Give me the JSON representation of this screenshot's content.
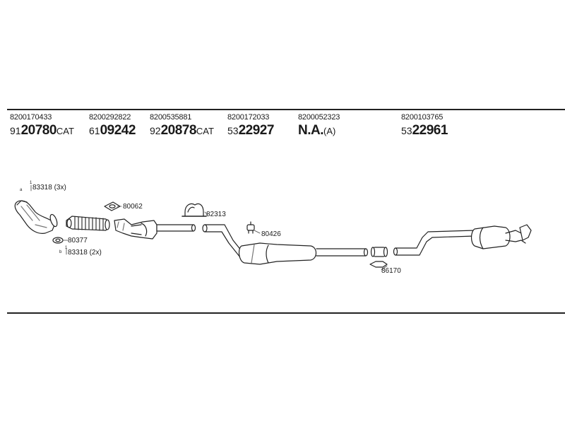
{
  "columns": [
    {
      "oe": "8200170433",
      "prefix": "91",
      "main": "20780",
      "suffix": "CAT"
    },
    {
      "oe": "8200292822",
      "prefix": "61",
      "main": "09242",
      "suffix": ""
    },
    {
      "oe": "8200535881",
      "prefix": "92",
      "main": "20878",
      "suffix": "CAT"
    },
    {
      "oe": "8200172033",
      "prefix": "53",
      "main": "22927",
      "suffix": ""
    },
    {
      "oe": "8200052323",
      "prefix": "",
      "main": "N.A.",
      "suffix": "(A)"
    },
    {
      "oe": "8200103765",
      "prefix": "53",
      "main": "22961",
      "suffix": ""
    }
  ],
  "labels": {
    "p83318_top": "83318 (3x)",
    "p80062": "80062",
    "p82313": "82313",
    "p80426": "80426",
    "p80377": "80377",
    "p83318_bot": "83318 (2x)",
    "p86170": "86170",
    "idx_a": "a",
    "idx_b": "b",
    "idx_1": "1",
    "idx_2": "1"
  },
  "colors": {
    "line": "#222222",
    "fill": "#ffffff",
    "shade": "#9a9a9a"
  }
}
